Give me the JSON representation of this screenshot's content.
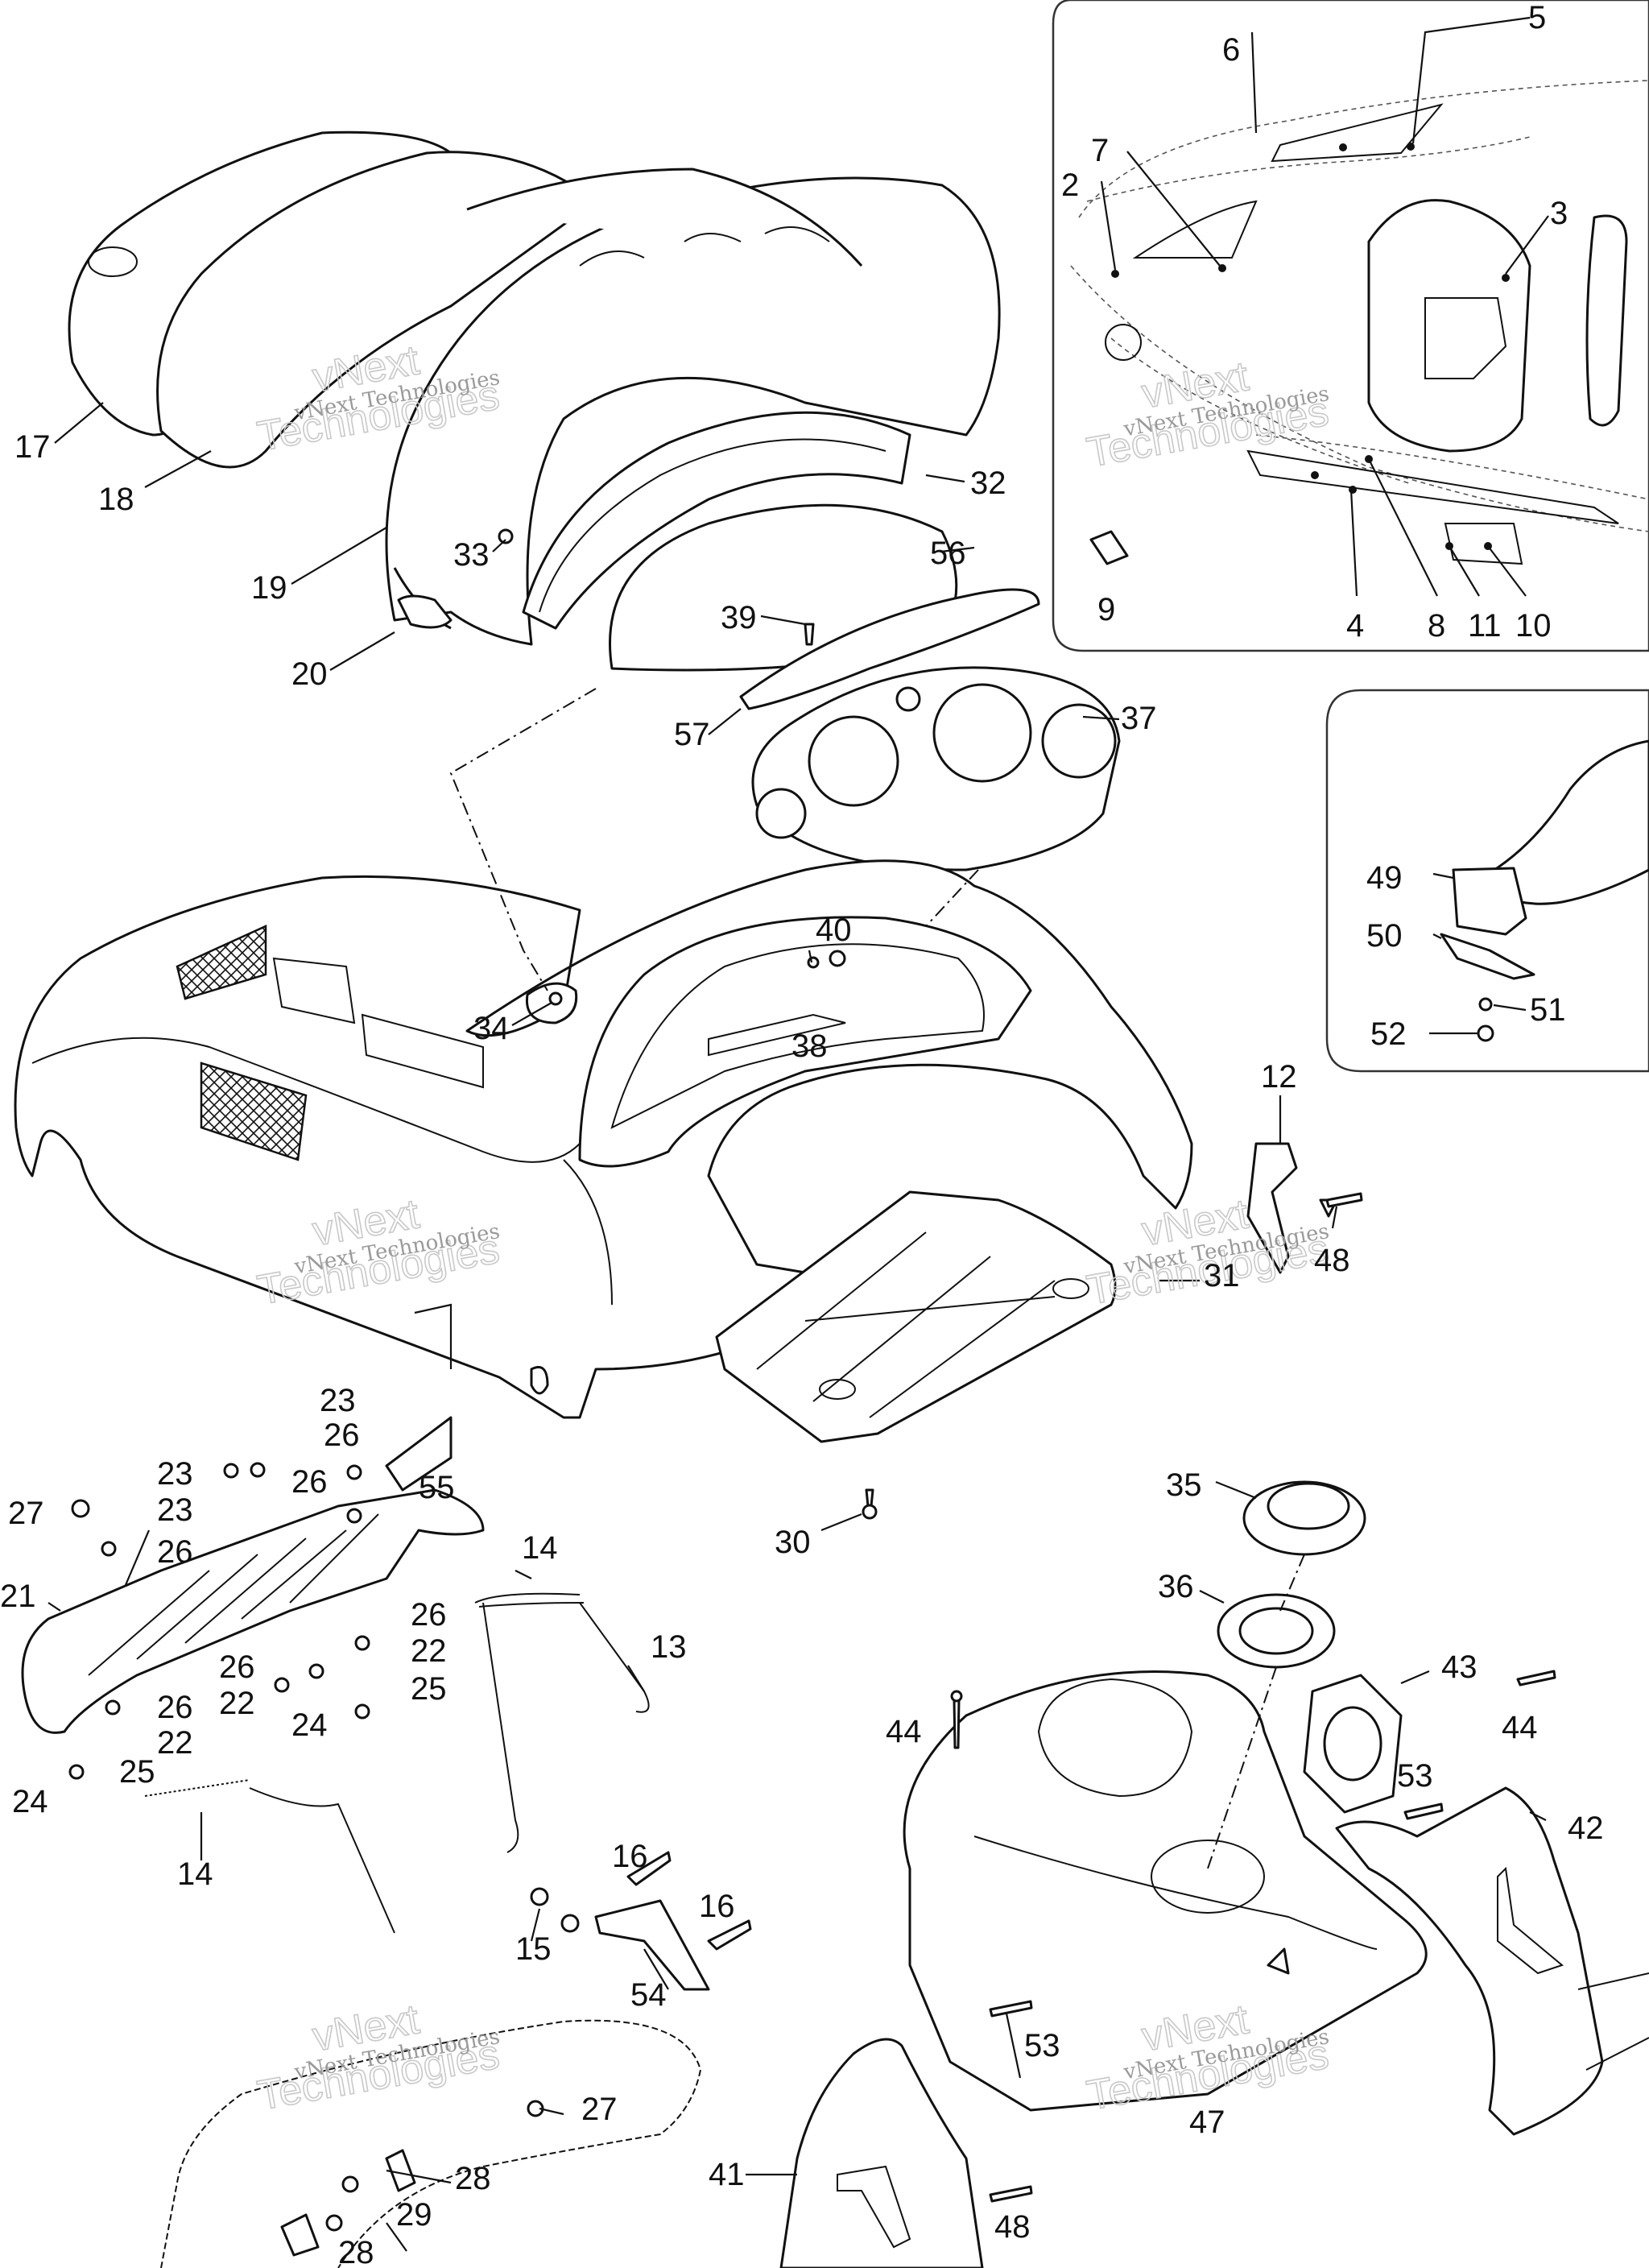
{
  "watermark": {
    "company": "vNext Technologies",
    "outline_line1": "vNext",
    "outline_line2": "Technologies"
  },
  "callouts": [
    {
      "id": "17",
      "label": "17"
    },
    {
      "id": "18",
      "label": "18"
    },
    {
      "id": "19",
      "label": "19"
    },
    {
      "id": "20",
      "label": "20"
    },
    {
      "id": "33",
      "label": "33"
    },
    {
      "id": "32",
      "label": "32"
    },
    {
      "id": "56",
      "label": "56"
    },
    {
      "id": "39",
      "label": "39"
    },
    {
      "id": "57",
      "label": "57"
    },
    {
      "id": "37",
      "label": "37"
    },
    {
      "id": "34",
      "label": "34"
    },
    {
      "id": "40",
      "label": "40"
    },
    {
      "id": "38",
      "label": "38"
    },
    {
      "id": "12",
      "label": "12"
    },
    {
      "id": "48a",
      "label": "48"
    },
    {
      "id": "31",
      "label": "31"
    },
    {
      "id": "23a",
      "label": "23"
    },
    {
      "id": "26a",
      "label": "26"
    },
    {
      "id": "55",
      "label": "55"
    },
    {
      "id": "23b",
      "label": "23"
    },
    {
      "id": "26b",
      "label": "26"
    },
    {
      "id": "27a",
      "label": "27"
    },
    {
      "id": "23c",
      "label": "23"
    },
    {
      "id": "26c",
      "label": "26"
    },
    {
      "id": "21",
      "label": "21"
    },
    {
      "id": "26d",
      "label": "26"
    },
    {
      "id": "22a",
      "label": "22"
    },
    {
      "id": "26e",
      "label": "26"
    },
    {
      "id": "22b",
      "label": "22"
    },
    {
      "id": "25a",
      "label": "25"
    },
    {
      "id": "24a",
      "label": "24"
    },
    {
      "id": "26f",
      "label": "26"
    },
    {
      "id": "22c",
      "label": "22"
    },
    {
      "id": "25b",
      "label": "25"
    },
    {
      "id": "24b",
      "label": "24"
    },
    {
      "id": "14a",
      "label": "14"
    },
    {
      "id": "13",
      "label": "13"
    },
    {
      "id": "14b",
      "label": "14"
    },
    {
      "id": "16a",
      "label": "16"
    },
    {
      "id": "16b",
      "label": "16"
    },
    {
      "id": "15",
      "label": "15"
    },
    {
      "id": "54",
      "label": "54"
    },
    {
      "id": "27b",
      "label": "27"
    },
    {
      "id": "28a",
      "label": "28"
    },
    {
      "id": "29",
      "label": "29"
    },
    {
      "id": "28b",
      "label": "28"
    },
    {
      "id": "30",
      "label": "30"
    },
    {
      "id": "35",
      "label": "35"
    },
    {
      "id": "36",
      "label": "36"
    },
    {
      "id": "43",
      "label": "43"
    },
    {
      "id": "44a",
      "label": "44"
    },
    {
      "id": "44b",
      "label": "44"
    },
    {
      "id": "53a",
      "label": "53"
    },
    {
      "id": "42",
      "label": "42"
    },
    {
      "id": "53b",
      "label": "53"
    },
    {
      "id": "47",
      "label": "47"
    },
    {
      "id": "41",
      "label": "41"
    },
    {
      "id": "48b",
      "label": "48"
    },
    {
      "id": "5",
      "label": "5"
    },
    {
      "id": "6",
      "label": "6"
    },
    {
      "id": "7",
      "label": "7"
    },
    {
      "id": "2",
      "label": "2"
    },
    {
      "id": "3",
      "label": "3"
    },
    {
      "id": "9",
      "label": "9"
    },
    {
      "id": "4",
      "label": "4"
    },
    {
      "id": "8",
      "label": "8"
    },
    {
      "id": "11",
      "label": "11"
    },
    {
      "id": "10",
      "label": "10"
    },
    {
      "id": "49",
      "label": "49"
    },
    {
      "id": "50",
      "label": "50"
    },
    {
      "id": "51",
      "label": "51"
    },
    {
      "id": "52",
      "label": "52"
    }
  ]
}
